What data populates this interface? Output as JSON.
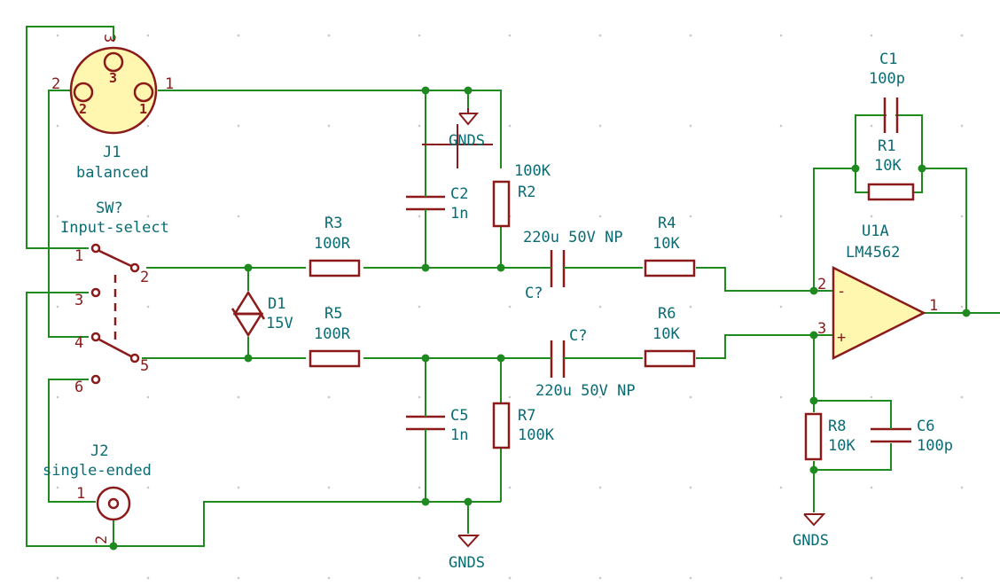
{
  "components": {
    "J1": {
      "ref": "J1",
      "value": "balanced",
      "pins": [
        "1",
        "2",
        "3"
      ]
    },
    "J2": {
      "ref": "J2",
      "value": "single-ended",
      "pins": [
        "1",
        "2"
      ]
    },
    "SW": {
      "ref": "SW?",
      "value": "Input-select",
      "pins": [
        "1",
        "2",
        "3",
        "4",
        "5",
        "6"
      ]
    },
    "D1": {
      "ref": "D1",
      "value": "15V"
    },
    "R1": {
      "ref": "R1",
      "value": "10K"
    },
    "R2": {
      "ref": "R2",
      "value": "100K"
    },
    "R3": {
      "ref": "R3",
      "value": "100R"
    },
    "R4": {
      "ref": "R4",
      "value": "10K"
    },
    "R5": {
      "ref": "R5",
      "value": "100R"
    },
    "R6": {
      "ref": "R6",
      "value": "10K"
    },
    "R7": {
      "ref": "R7",
      "value": "100K"
    },
    "R8": {
      "ref": "R8",
      "value": "10K"
    },
    "C1": {
      "ref": "C1",
      "value": "100p"
    },
    "C2": {
      "ref": "C2",
      "value": "1n"
    },
    "C5": {
      "ref": "C5",
      "value": "1n"
    },
    "C6": {
      "ref": "C6",
      "value": "100p"
    },
    "CA": {
      "ref": "C?",
      "value": "220u 50V NP"
    },
    "CB": {
      "ref": "C?",
      "value": "220u 50V NP"
    },
    "U1": {
      "ref": "U1A",
      "value": "LM4562",
      "pins": [
        "1",
        "2",
        "3"
      ],
      "signs": [
        "-",
        "+"
      ]
    }
  },
  "grounds": {
    "label": "GNDS"
  },
  "colors": {
    "wire": "#1f8a1f",
    "part": "#8b1a1a",
    "text": "#0b6b73",
    "fill": "#fff6b0"
  }
}
